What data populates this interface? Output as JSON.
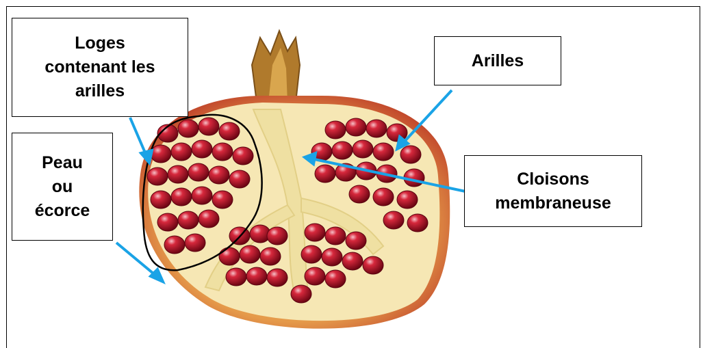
{
  "diagram": {
    "labels": {
      "loges": [
        "Loges",
        "contenant les",
        "arilles"
      ],
      "peau": [
        "Peau",
        "ou",
        "écorce"
      ],
      "arilles": [
        "Arilles"
      ],
      "cloisons": [
        "Cloisons",
        "membraneuse"
      ]
    },
    "colors": {
      "arrow": "#1aa3e6",
      "aril": "#9b0a1c",
      "membrane": "#f1e4a8",
      "rind": "#cf6a2a",
      "crown": "#b07a2c"
    },
    "icons": [
      "pomegranate-illustration"
    ]
  }
}
